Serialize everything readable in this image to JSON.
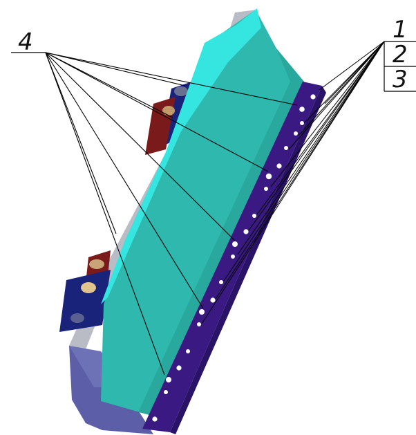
{
  "callouts": {
    "left": "4",
    "right_1": "1",
    "right_2": "2",
    "right_3": "3"
  },
  "colors": {
    "moldboard_front": "#2fb8ad",
    "moldboard_top_edge": "#35e6e0",
    "moldboard_shadow": "#249a90",
    "cutting_edge": "#3a1a82",
    "cutting_edge_dark": "#2a1266",
    "bolt_hole": "#ffffff",
    "end_plate": "#5c5fa8",
    "end_plate_light": "#7c80bf",
    "back_frame": "#b9bcc4",
    "mount_red": "#7a1a1a",
    "mount_navy": "#1a237a",
    "leader": "#000000"
  }
}
